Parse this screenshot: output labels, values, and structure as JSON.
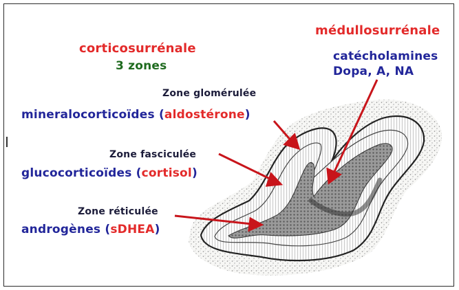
{
  "labels": {
    "cortex_title": "corticosurrénale",
    "cortex_zones": "3 zones",
    "medulla_title": "médullosurrénale",
    "medulla_line1": "catécholamines",
    "medulla_line2": "Dopa, A, NA",
    "glomerular_zone": "Zone glomérulée",
    "glomerular_hormone_class": "mineralocorticoïdes (",
    "glomerular_hormone_name": "aldostérone",
    "glomerular_close": ")",
    "fascicular_zone": "Zone fasciculée",
    "fascicular_hormone_class": "glucocorticoïdes (",
    "fascicular_hormone_name": "cortisol",
    "fascicular_close": ")",
    "reticular_zone": "Zone réticulée",
    "reticular_hormone_class": "androgènes (",
    "reticular_hormone_name": "sDHEA",
    "reticular_close": ")"
  },
  "colors": {
    "red": "#e32a2a",
    "navy": "#22269a",
    "green": "#1f6b1f",
    "arrow": "#c8151b"
  }
}
